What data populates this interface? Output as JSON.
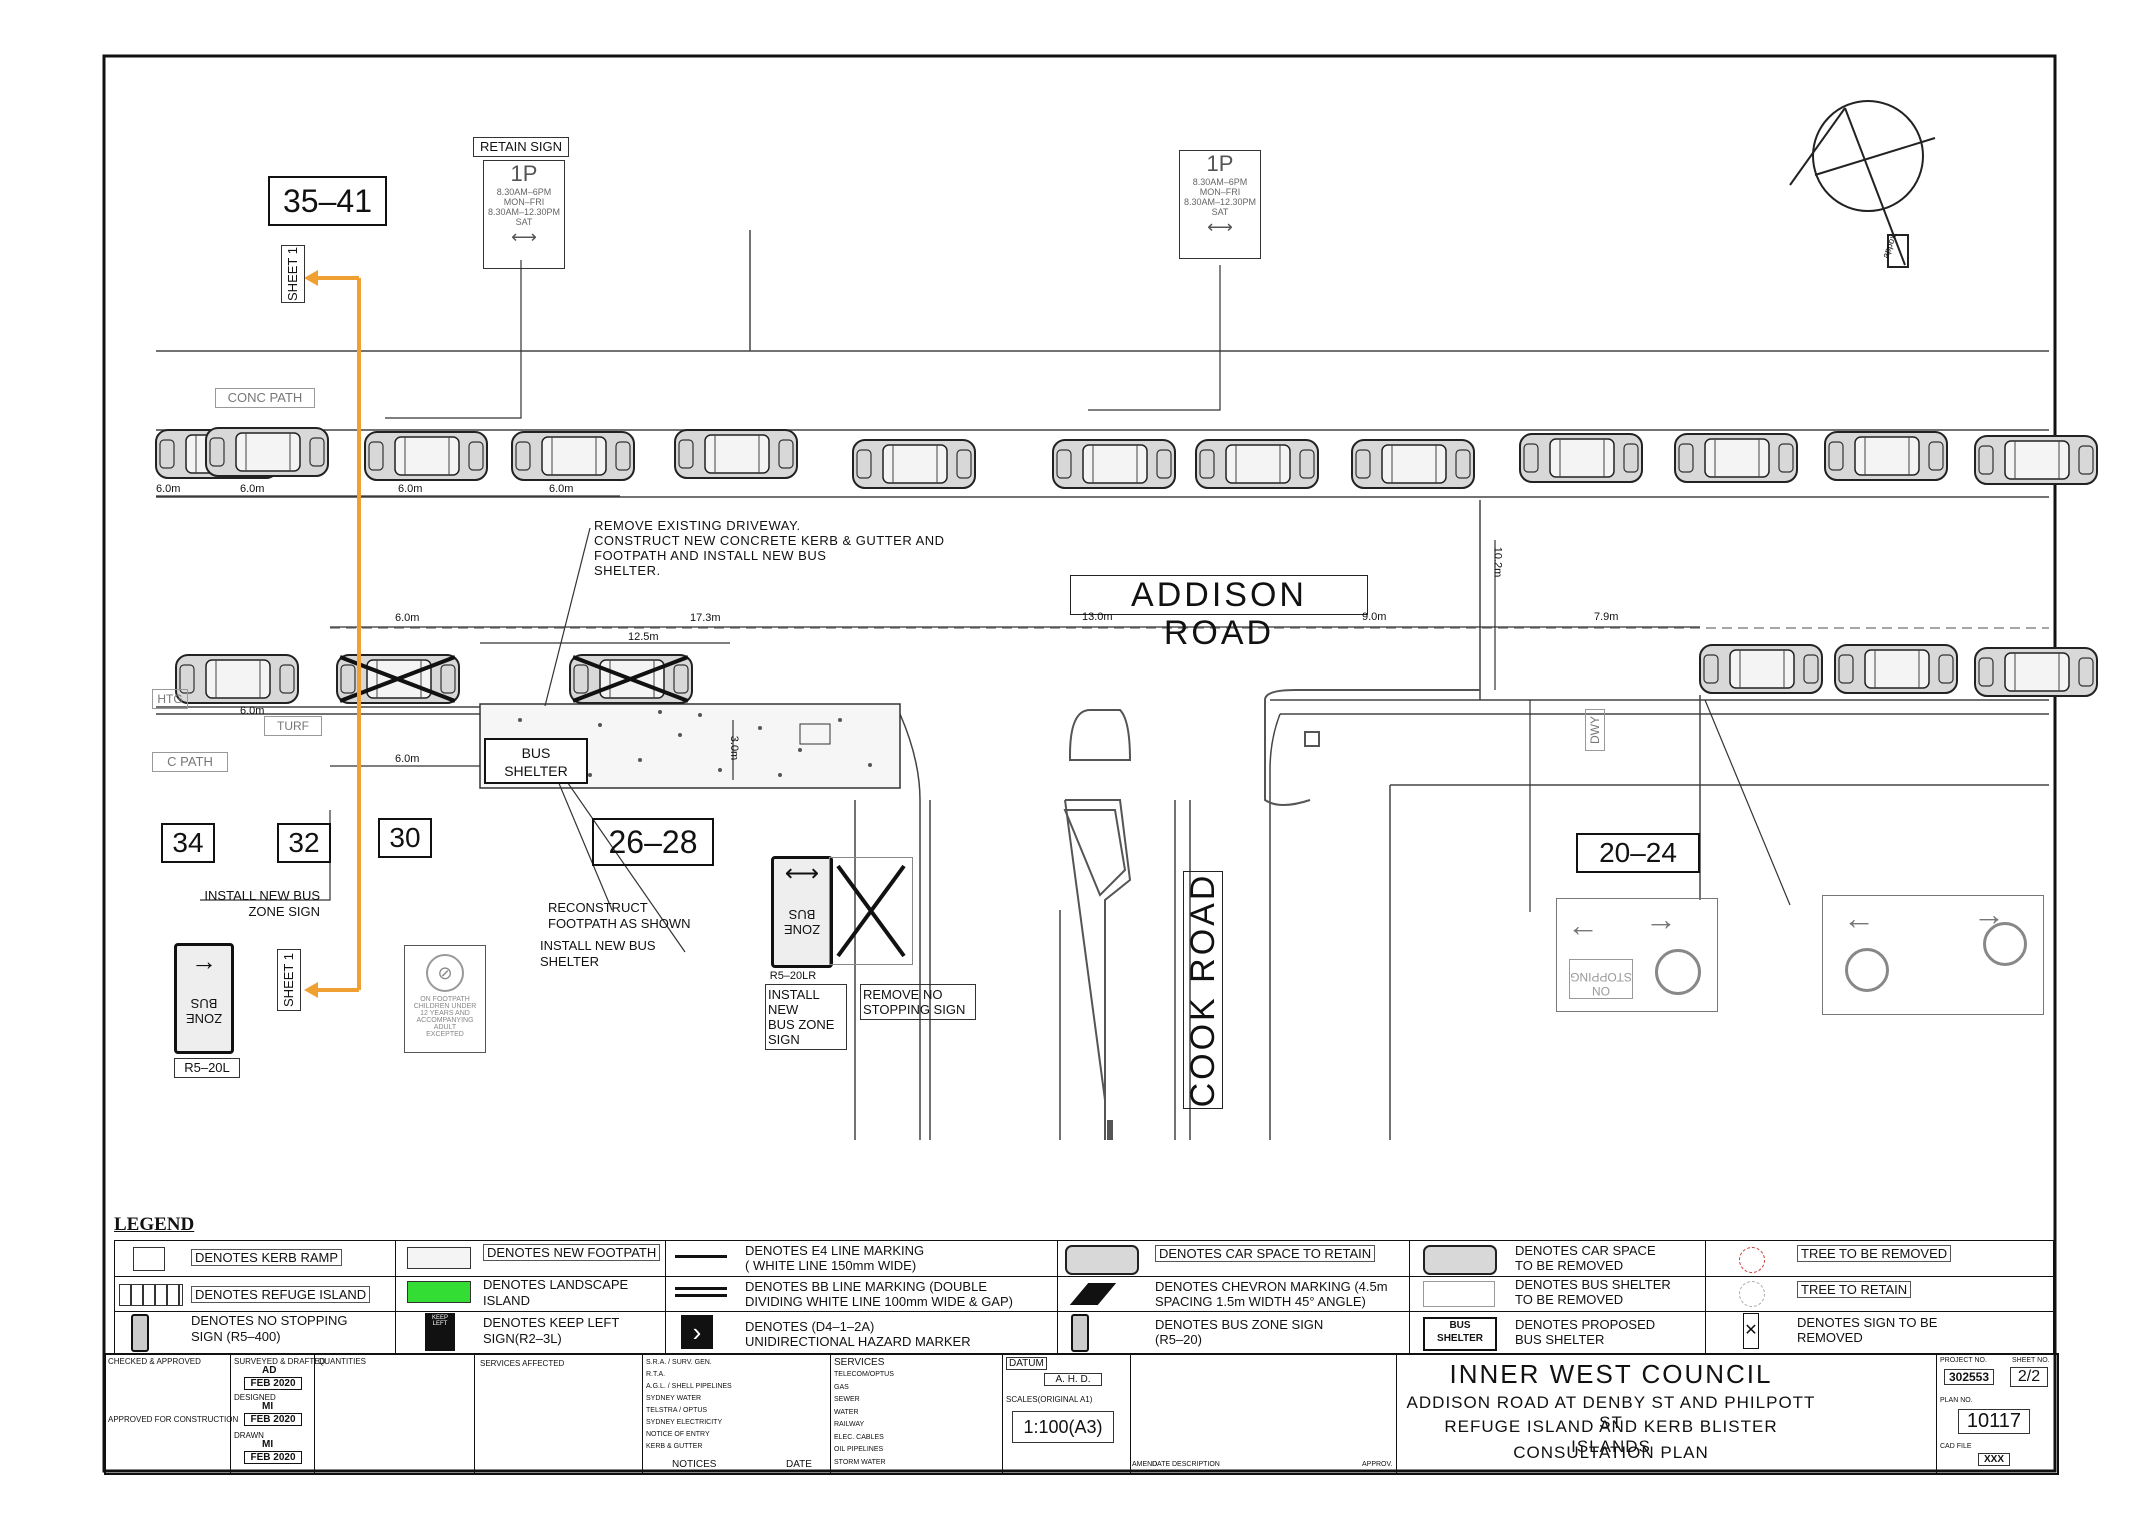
{
  "plan": {
    "road_main": "ADDISON ROAD",
    "road_side": "COOK ROAD",
    "property_numbers": [
      "35–41",
      "34",
      "32",
      "30",
      "26–28",
      "20–24"
    ],
    "sheet_ref": "SHEET 1",
    "retain_sign": "RETAIN SIGN",
    "conc_path": "CONC PATH",
    "c_path": "C PATH",
    "htg": "HTG",
    "turf": "TURF",
    "dwy": "DWY",
    "bus_shelter": [
      "BUS",
      "SHELTER"
    ],
    "sign_1p": {
      "big": "1P",
      "line1": "8.30AM–6PM",
      "line2": "MON–FRI",
      "line3": "8.30AM–12.30PM",
      "line4": "SAT"
    },
    "no_footpath_sign": {
      "line1": "ON FOOTPATH",
      "line2": "CHILDREN UNDER",
      "line3": "12 YEARS AND",
      "line4": "ACCOMPANYING ADULT",
      "line5": "EXCEPTED"
    },
    "bus_zone_sign": [
      "BUS",
      "ZONE"
    ],
    "north": "appox.",
    "dims": {
      "d_6a": "6.0m",
      "d_6b": "6.0m",
      "d_6c": "6.0m",
      "d_6d": "6.0m",
      "d_6e": "6.0m",
      "d_6f": "6.0m",
      "d_6g": "6.0m",
      "d_173": "17.3m",
      "d_125": "12.5m",
      "d_130": "13.0m",
      "d_90": "9.0m",
      "d_79": "7.9m",
      "d_102": "10.2m",
      "d_30": "3.0m"
    },
    "notes": {
      "driveway": [
        "REMOVE EXISTING DRIVEWAY.",
        "CONSTRUCT NEW CONCRETE KERB & GUTTER AND",
        "FOOTPATH AND INSTALL NEW BUS",
        "SHELTER."
      ],
      "install_bus_zone": [
        "INSTALL NEW BUS",
        "ZONE SIGN"
      ],
      "reconstruct": [
        "RECONSTRUCT",
        "FOOTPATH AS SHOWN"
      ],
      "install_shelter": [
        "INSTALL NEW BUS",
        "SHELTER"
      ],
      "install_new_bz": [
        "INSTALL",
        "NEW",
        "BUS ZONE",
        "SIGN"
      ],
      "remove_no_stop": [
        "REMOVE NO",
        "STOPPING SIGN"
      ],
      "r5_20l": "R5–20L",
      "r5_20lr": "R5–20LR"
    }
  },
  "legend": {
    "title": "LEGEND",
    "items": [
      {
        "text": [
          "DENOTES KERB RAMP"
        ]
      },
      {
        "text": [
          "DENOTES REFUGE ISLAND"
        ]
      },
      {
        "text": [
          "DENOTES NO STOPPING",
          "SIGN (R5–400)"
        ]
      },
      {
        "text": [
          "DENOTES NEW FOOTPATH"
        ]
      },
      {
        "text": [
          "DENOTES LANDSCAPE",
          "ISLAND"
        ]
      },
      {
        "text": [
          "DENOTES KEEP LEFT",
          "SIGN(R2–3L)"
        ]
      },
      {
        "text": [
          "DENOTES E4 LINE MARKING",
          "( WHITE LINE 150mm WIDE)"
        ]
      },
      {
        "text": [
          "DENOTES BB LINE MARKING (DOUBLE",
          "DIVIDING WHITE LINE 100mm WIDE & GAP)"
        ]
      },
      {
        "text": [
          "DENOTES (D4–1–2A)",
          "UNIDIRECTIONAL  HAZARD MARKER"
        ]
      },
      {
        "text": [
          "DENOTES CAR SPACE TO RETAIN"
        ]
      },
      {
        "text": [
          "DENOTES CHEVRON MARKING (4.5m",
          "SPACING 1.5m WIDTH 45° ANGLE)"
        ]
      },
      {
        "text": [
          "DENOTES BUS ZONE SIGN",
          "(R5–20)"
        ]
      },
      {
        "text": [
          "DENOTES CAR SPACE",
          "TO BE REMOVED"
        ]
      },
      {
        "text": [
          "DENOTES BUS SHELTER",
          "TO BE REMOVED"
        ]
      },
      {
        "text": [
          "DENOTES PROPOSED",
          "BUS SHELTER"
        ]
      },
      {
        "text": [
          "TREE TO BE REMOVED"
        ]
      },
      {
        "text": [
          "TREE TO RETAIN"
        ]
      },
      {
        "text": [
          "DENOTES SIGN TO BE",
          "REMOVED"
        ]
      }
    ],
    "keep_left_icon": "KEEP LEFT",
    "bus_shelter_icon": [
      "BUS",
      "SHELTER"
    ]
  },
  "title_block": {
    "checked": "CHECKED & APPROVED",
    "approved": "APPROVED FOR CONSTRUCTION",
    "surveyed": "SURVEYED & DRAFTED",
    "quantities": "QUANTITIES",
    "designed": "DESIGNED",
    "drawn": "DRAWN",
    "initials_ad": "AD",
    "initials_mi1": "MI",
    "initials_mi2": "MI",
    "date1": "FEB 2020",
    "date2": "FEB 2020",
    "date3": "FEB 2020",
    "services_affected": "SERVICES AFFECTED",
    "notice_rows": [
      "S.R.A. / SURV. GEN.",
      "R.T.A.",
      "A.G.L. / SHELL PIPELINES",
      "SYDNEY WATER",
      "TELSTRA / OPTUS",
      "SYDNEY ELECTRICITY",
      "NOTICE OF ENTRY",
      "KERB & GUTTER"
    ],
    "notices": "NOTICES",
    "date_hdr": "DATE",
    "services": "SERVICES",
    "service_rows": [
      "TELECOM/OPTUS",
      "GAS",
      "SEWER",
      "WATER",
      "RAILWAY",
      "ELEC. CABLES",
      "OIL PIPELINES",
      "STORM WATER"
    ],
    "datum": "DATUM",
    "ahd": "A. H. D.",
    "scales": "SCALES(ORIGINAL A1)",
    "scale": "1:100(A3)",
    "amend": "AMEND",
    "date_col": "DATE",
    "description": "DESCRIPTION",
    "approv": "APPROV.",
    "council": "INNER WEST COUNCIL",
    "title1": "ADDISON ROAD AT DENBY ST AND PHILPOTT ST",
    "title2": "REFUGE ISLAND AND KERB BLISTER ISLANDS",
    "title3": "CONSULTATION PLAN",
    "project_no_label": "PROJECT NO.",
    "project_no": "302553",
    "sheet_no_label": "SHEET NO.",
    "sheet_no": "2/2",
    "plan_no_label": "PLAN NO.",
    "plan_no": "10117",
    "cad_label": "CAD FILE",
    "cad": "XXX"
  },
  "colors": {
    "ink": "#111111",
    "orange": "#f0a030",
    "grey": "#888888",
    "green": "#33dd33"
  }
}
